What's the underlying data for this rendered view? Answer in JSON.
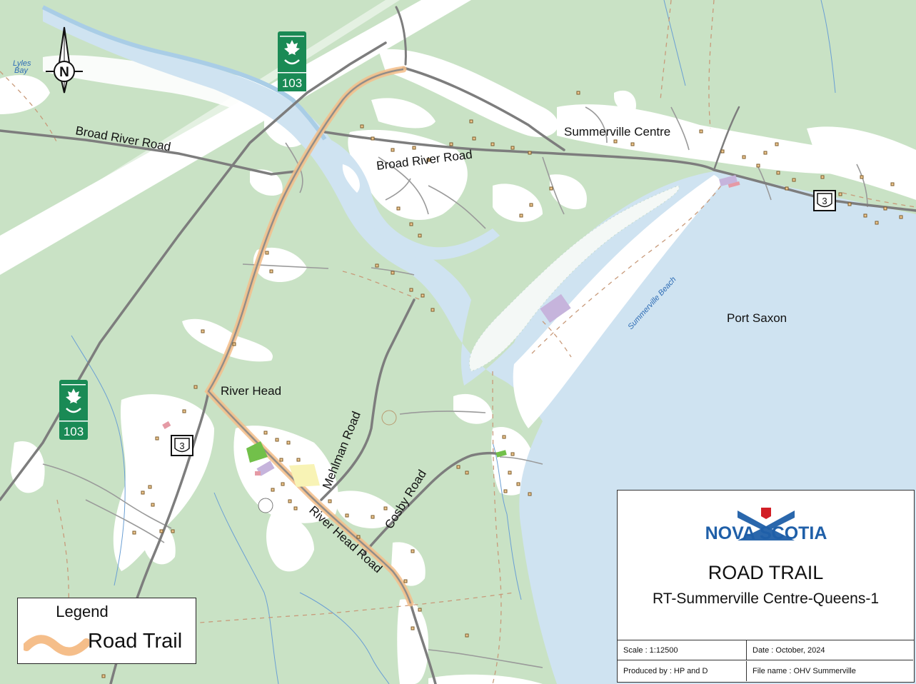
{
  "map": {
    "place_labels": {
      "summerville_centre": "Summerville Centre",
      "river_head": "River Head",
      "port_saxon": "Port Saxon",
      "lyles_bay": "Lyles\nBay",
      "summerville_beach": "Summerville Beach"
    },
    "road_labels": {
      "broad_river_road_west": "Broad River Road",
      "broad_river_road_east": "Broad River Road",
      "mehlman_road": "Mehlman Road",
      "cosby_road": "Cosby Road",
      "river_head_road": "River Head Road"
    },
    "shields": {
      "hwy_103_north": "103",
      "hwy_103_south": "103",
      "route_3_west": "3",
      "route_3_east": "3"
    },
    "north_arrow": "N",
    "colors": {
      "land": "#c9e2c5",
      "clearing": "#ffffff",
      "water": "#cfe3f1",
      "road": "#8a8a8a",
      "trail": "#f5be8a",
      "shield_green": "#1a8a55"
    }
  },
  "legend": {
    "title": "Legend",
    "item_label": "Road Trail"
  },
  "title_block": {
    "logo_text": "NOVA SCOTIA",
    "title": "ROAD TRAIL",
    "subtitle": "RT-Summerville Centre-Queens-1",
    "scale": "Scale : 1:12500",
    "date": "Date : October, 2024",
    "produced_by": "Produced by : HP and D",
    "file_name": "File name : OHV Summerville"
  }
}
